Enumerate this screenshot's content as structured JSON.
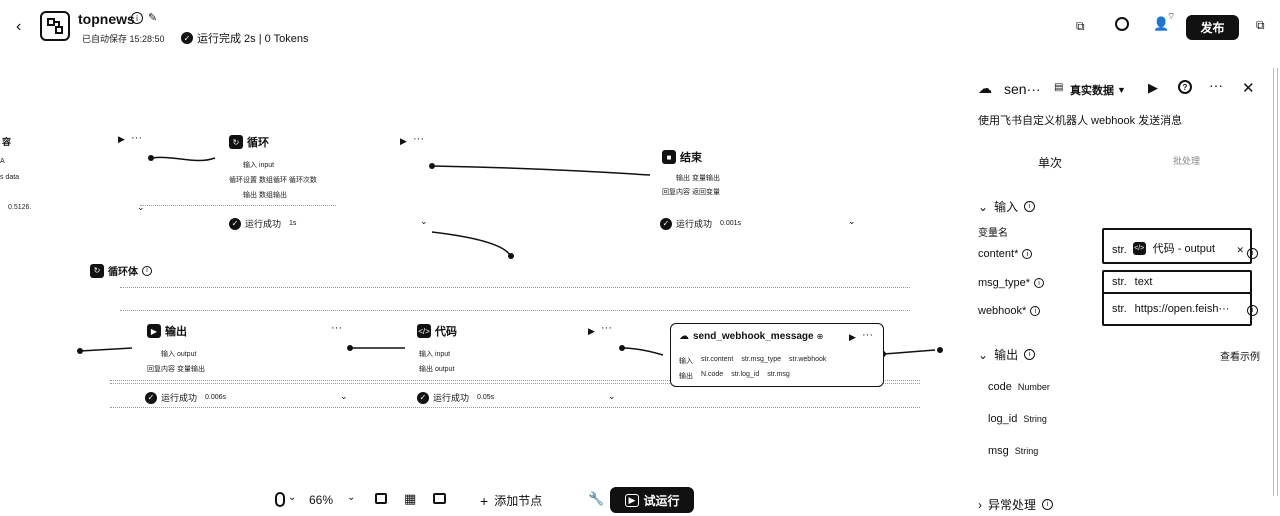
{
  "header": {
    "app_name": "topnews",
    "autosave": "已自动保存 15:28:50",
    "run_status": "运行完成 2s | 0 Tokens",
    "publish_label": "发布"
  },
  "canvas": {
    "partial_node": {
      "title": "容",
      "row1": "A",
      "row2": "s  data",
      "value": "0.5126."
    },
    "loop": {
      "title": "循环",
      "row1": "输入  input",
      "row2": "循环设置  数组循环 循环次数",
      "row3": "输出  数组输出",
      "status": "运行成功",
      "time": "1s"
    },
    "end": {
      "title": "结束",
      "row1": "输出  变量输出",
      "row2": "回复内容  返回变量",
      "status": "运行成功",
      "time": "0.001s"
    },
    "loop_body": {
      "title": "循环体"
    },
    "output": {
      "title": "输出",
      "row1": "输入  output",
      "row2": "回复内容  变量输出",
      "status": "运行成功",
      "time": "0.006s"
    },
    "code": {
      "title": "代码",
      "row1": "输入  input",
      "row2": "输出  output",
      "status": "运行成功",
      "time": "0.05s"
    },
    "webhook": {
      "title": "send_webhook_message",
      "inputs_label": "输入",
      "in1": "content",
      "in2": "msg_type",
      "in3": "webhook",
      "outputs_label": "输出",
      "out1": "code",
      "out2": "log_id",
      "out3": "msg",
      "prefix_str": "str.",
      "prefix_num": "N."
    }
  },
  "toolbar": {
    "zoom": "66%",
    "add_node": "添加节点",
    "test_run": "试运行"
  },
  "panel": {
    "title": "sen···",
    "data_mode": "真实数据",
    "description": "使用飞书自定义机器人 webhook 发送消息",
    "tab_single": "单次",
    "tab_batch": "批处理",
    "input_section": "输入",
    "var_name": "变量名",
    "params": [
      {
        "name": "content*",
        "type": "str.",
        "value": "代码 - output"
      },
      {
        "name": "msg_type*",
        "type": "str.",
        "value": "text"
      },
      {
        "name": "webhook*",
        "type": "str.",
        "value": "https://open.feish···"
      }
    ],
    "output_section": "输出",
    "view_example": "查看示例",
    "outputs": [
      {
        "name": "code",
        "type": "Number"
      },
      {
        "name": "log_id",
        "type": "String"
      },
      {
        "name": "msg",
        "type": "String"
      }
    ],
    "error_section": "异常处理"
  }
}
